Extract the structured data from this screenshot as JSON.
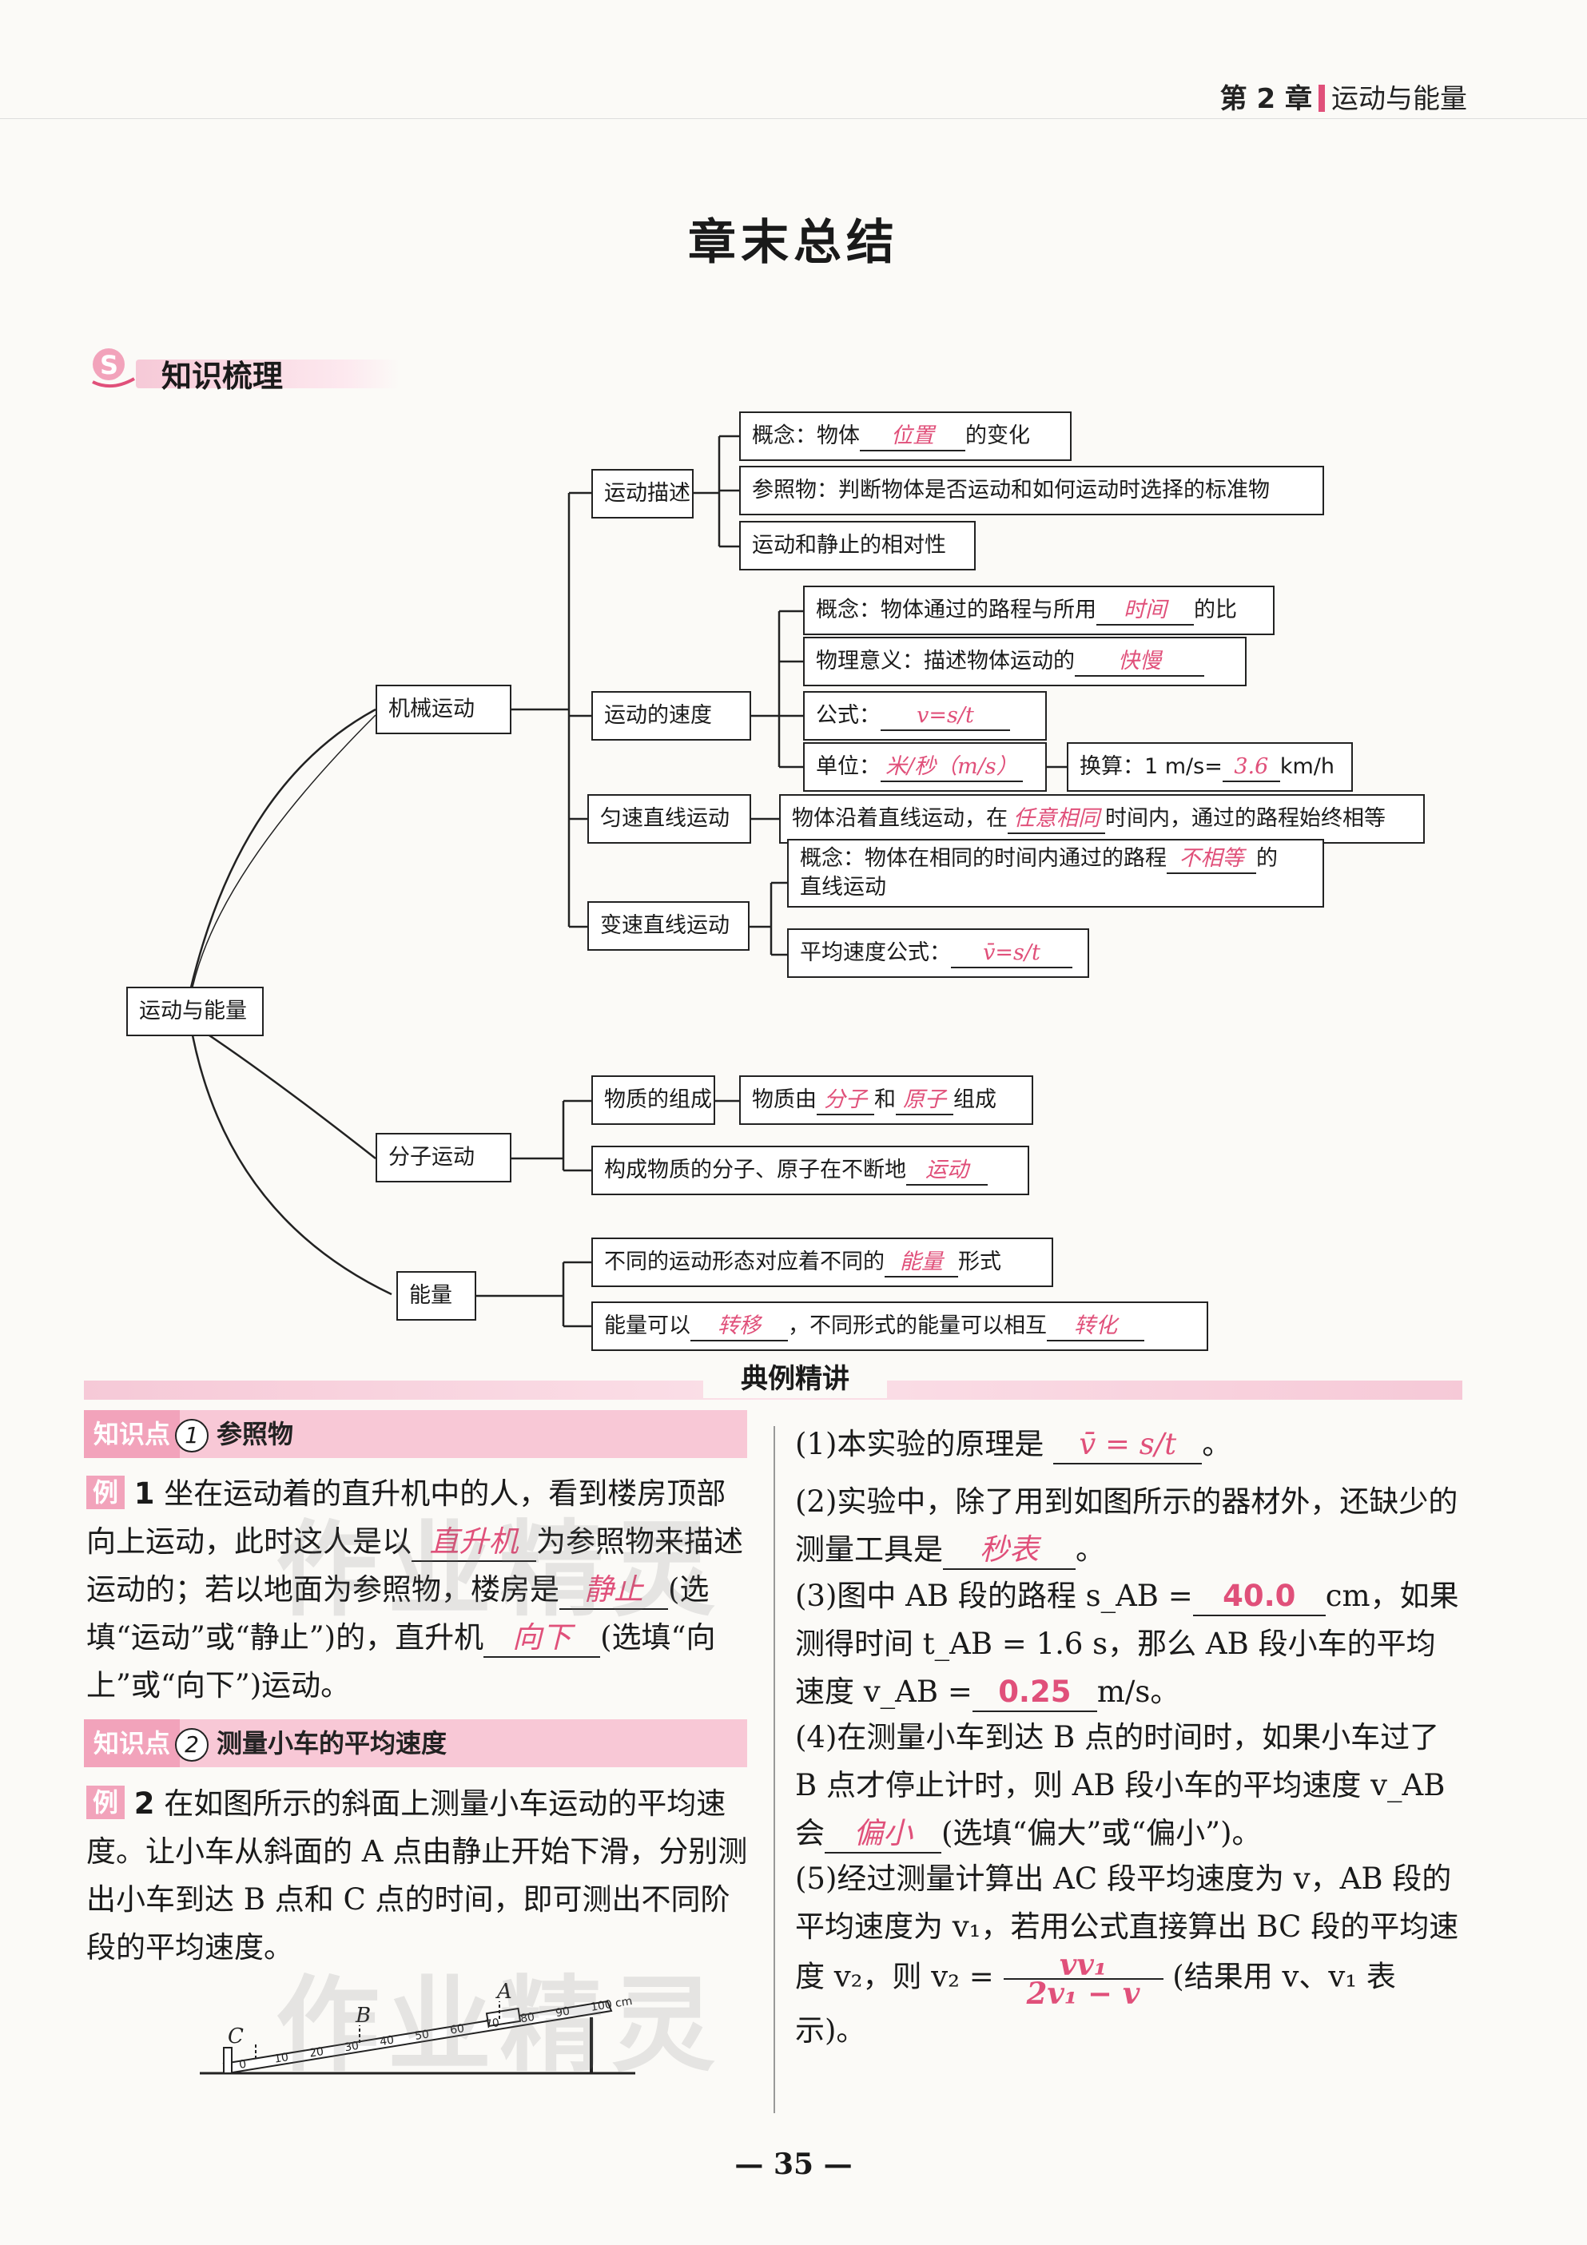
{
  "header": {
    "chapter": "第 2 章",
    "chapter_title": "运动与能量"
  },
  "title": "章末总结",
  "section_title": "知识梳理",
  "mindmap": {
    "root": "运动与能量",
    "mechanical": "机械运动",
    "desc": "运动描述",
    "desc_concept_pre": "概念：物体",
    "desc_concept_fill": "位置",
    "desc_concept_post": "的变化",
    "desc_ref": "参照物：判断物体是否运动和如何运动时选择的标准物",
    "desc_rel": "运动和静止的相对性",
    "speed": "运动的速度",
    "speed_concept_pre": "概念：物体通过的路程与所用",
    "speed_concept_fill": "时间",
    "speed_concept_post": "的比",
    "speed_meaning_pre": "物理意义：描述物体运动的",
    "speed_meaning_fill": "快慢",
    "speed_formula_pre": "公式：",
    "speed_formula_fill": "v=s/t",
    "speed_unit_pre": "单位：",
    "speed_unit_fill": "米/秒（m/s）",
    "conv_pre": "换算：1 m/s=",
    "conv_fill": "3.6",
    "conv_post": "km/h",
    "uniform": "匀速直线运动",
    "uniform_desc_pre": "物体沿着直线运动，在",
    "uniform_desc_fill": "任意相同",
    "uniform_desc_post": "时间内，通过的路程始终相等",
    "variable": "变速直线运动",
    "variable_concept_pre": "概念：物体在相同的时间内通过的路程",
    "variable_concept_fill": "不相等",
    "variable_concept_post": "的",
    "variable_concept_line2": "直线运动",
    "avg_pre": "平均速度公式：",
    "avg_fill": "v̄=s/t",
    "molecular": "分子运动",
    "matter": "物质的组成",
    "matter_desc_pre": "物质由",
    "matter_fill1": "分子",
    "matter_mid": "和",
    "matter_fill2": "原子",
    "matter_post": "组成",
    "mol_desc_pre": "构成物质的分子、原子在不断地",
    "mol_desc_fill": "运动",
    "energy": "能量",
    "energy1_pre": "不同的运动形态对应着不同的",
    "energy1_fill": "能量",
    "energy1_post": "形式",
    "energy2_pre": "能量可以",
    "energy2_fill1": "转移",
    "energy2_mid": "，不同形式的能量可以相互",
    "energy2_fill2": "转化"
  },
  "examples_title": "典例精讲",
  "kp1": {
    "label": "知识点",
    "num": "1",
    "title": "参照物"
  },
  "ex1": {
    "tag": "例",
    "num": "1",
    "t1": "坐在运动着的直升机中的人，看到楼房顶部向上运动，此时这人是以",
    "a1": "直升机",
    "t2": "为参照物来描述运动的；若以地面为参照物，楼房是",
    "a2": "静止",
    "t3": "(选填“运动”或“静止”)的，直升机",
    "a3": "向下",
    "t4": "(选填“向上”或“向下”)运动。"
  },
  "kp2": {
    "label": "知识点",
    "num": "2",
    "title": "测量小车的平均速度"
  },
  "ex2": {
    "tag": "例",
    "num": "2",
    "text": "在如图所示的斜面上测量小车运动的平均速度。让小车从斜面的 A 点由静止开始下滑，分别测出小车到达 B 点和 C 点的时间，即可测出不同阶段的平均速度。"
  },
  "figure": {
    "labels": [
      "A",
      "B",
      "C"
    ],
    "ticks": [
      "0",
      "10",
      "20",
      "30",
      "40",
      "50",
      "60",
      "70",
      "80",
      "90",
      "100 cm"
    ]
  },
  "q": {
    "q1_pre": "(1)本实验的原理是",
    "q1_ans": "v̄ = s/t",
    "q1_post": "。",
    "q2_pre": "(2)实验中，除了用到如图所示的器材外，还缺少的测量工具是",
    "q2_ans": "秒表",
    "q2_post": "。",
    "q3_pre": "(3)图中 AB 段的路程 s_AB =",
    "q3_ans1": "40.0",
    "q3_mid": "cm，如果测得时间 t_AB = 1.6 s，那么 AB 段小车的平均速度 v_AB =",
    "q3_ans2": "0.25",
    "q3_post": "m/s。",
    "q4_pre": "(4)在测量小车到达 B 点的时间时，如果小车过了 B 点才停止计时，则 AB 段小车的平均速度 v_AB 会",
    "q4_ans": "偏小",
    "q4_post": "(选填“偏大”或“偏小”)。",
    "q5_pre": "(5)经过测量计算出 AC 段平均速度为 v，AB 段的平均速度为 v₁，若用公式直接算出 BC 段的平均速度 v₂，则 v₂ =",
    "q5_num": "vv₁",
    "q5_den": "2v₁ − v",
    "q5_post": "(结果用 v、v₁ 表示)。"
  },
  "page_number": "35",
  "watermark": "作业精灵",
  "colors": {
    "accent": "#e0507a",
    "ribbon": "#f6c9d7"
  }
}
